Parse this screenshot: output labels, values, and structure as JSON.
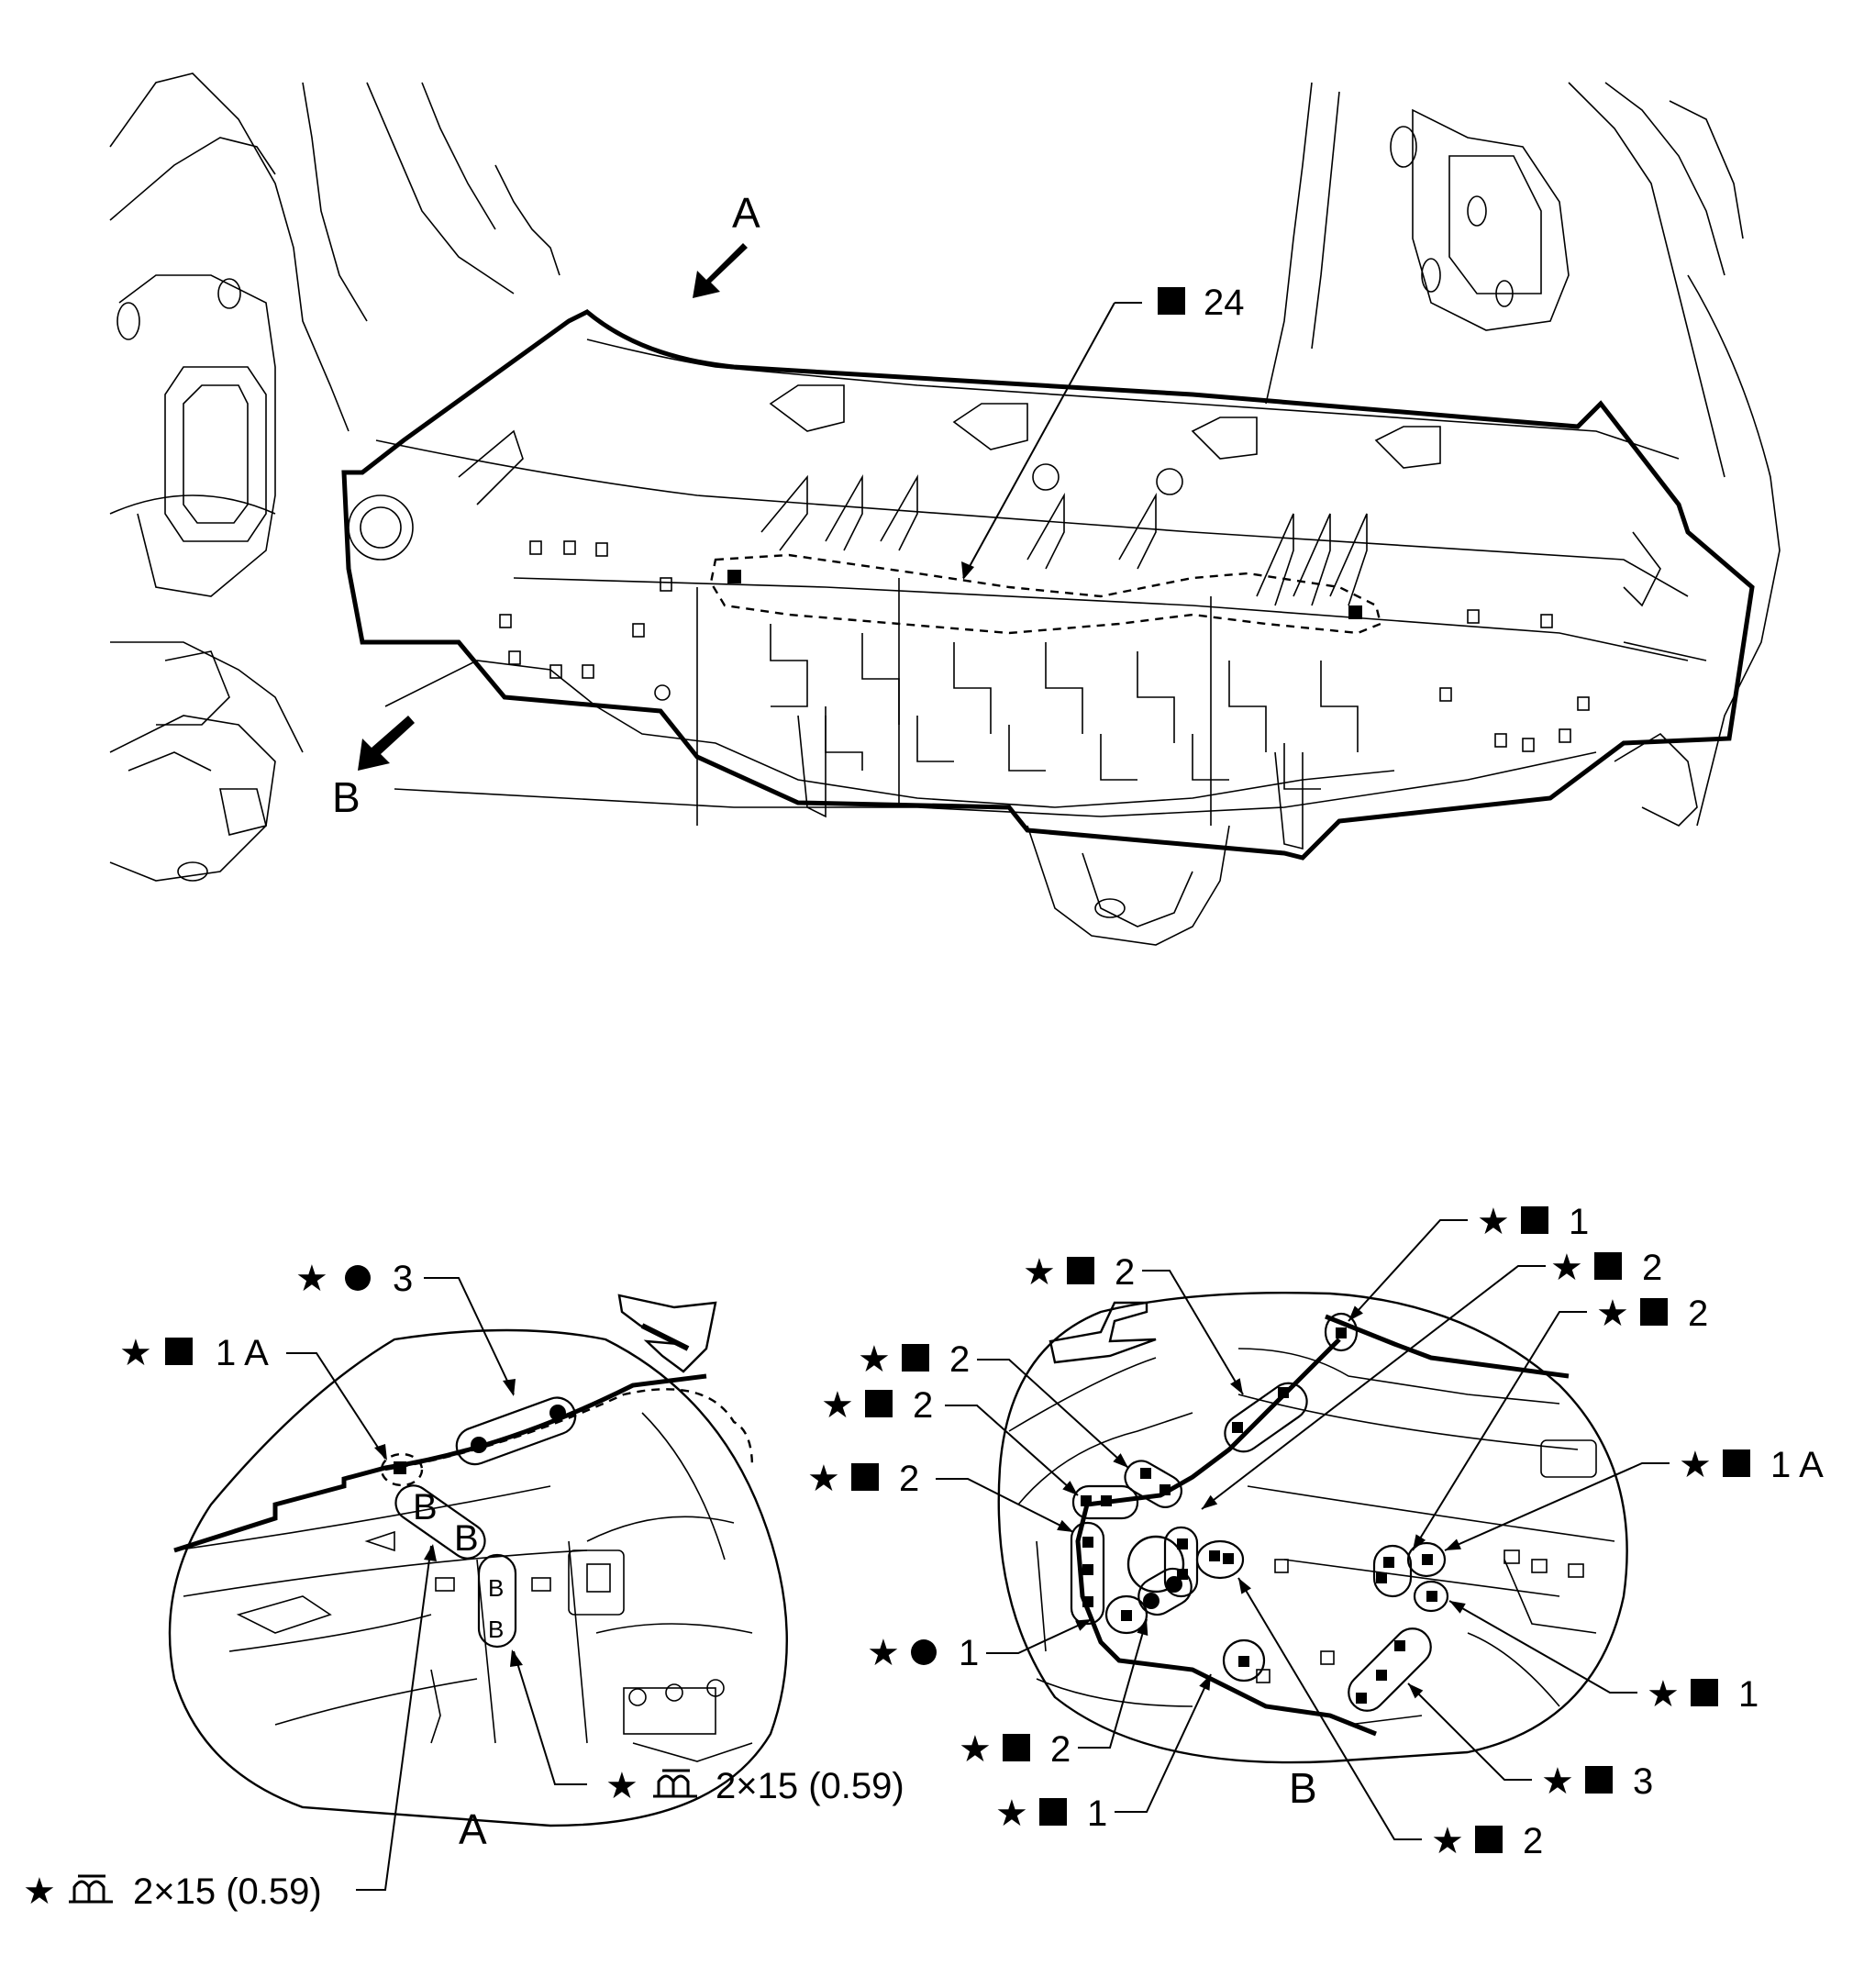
{
  "main_view": {
    "view_a_arrow_label": "A",
    "view_b_arrow_label": "B",
    "callout_weld_count": "24"
  },
  "detail_a": {
    "title": "A",
    "callout_spot_3": "3",
    "callout_1a": "1 A",
    "callout_arc_upper": "2×15 (0.59)",
    "callout_arc_lower": "2×15 (0.59)",
    "arc_weld_glyph": "B"
  },
  "detail_b": {
    "title": "B",
    "callouts": [
      "2",
      "1",
      "2",
      "2",
      "2",
      "2",
      "2",
      "1 A",
      "1",
      "3",
      "2",
      "1",
      "2",
      "1"
    ]
  },
  "symbols": {
    "star": "★",
    "square": "■",
    "circle": "●",
    "arc_weld": "m"
  }
}
